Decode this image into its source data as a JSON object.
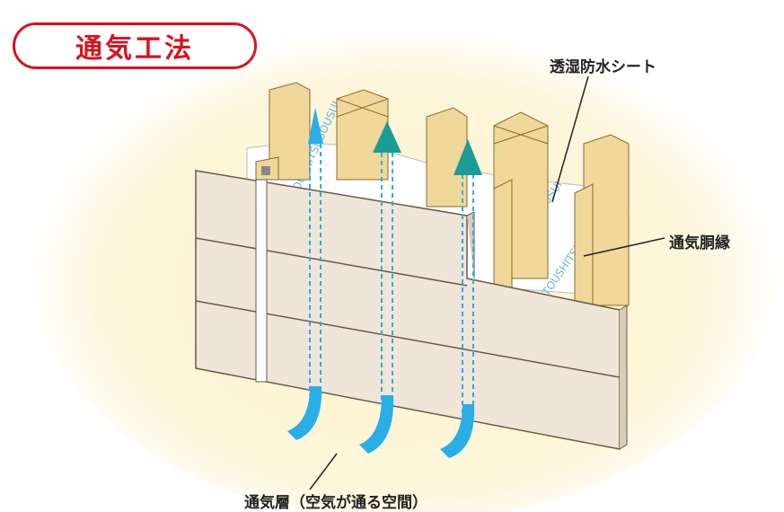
{
  "title": "通気工法",
  "labels": {
    "sheet": "透湿防水シート",
    "furring": "通気胴縁",
    "air_layer": "通気層（空気が通る空間）"
  },
  "sheet_print": "TOUSHITSUBOUSUI",
  "colors": {
    "title": "#d8131f",
    "background_glow": "#fdf6d8",
    "wood": "#f0d79a",
    "siding": "#efe5d8",
    "arrow": "#29aee6",
    "arrow_head": "#1a9c95"
  }
}
